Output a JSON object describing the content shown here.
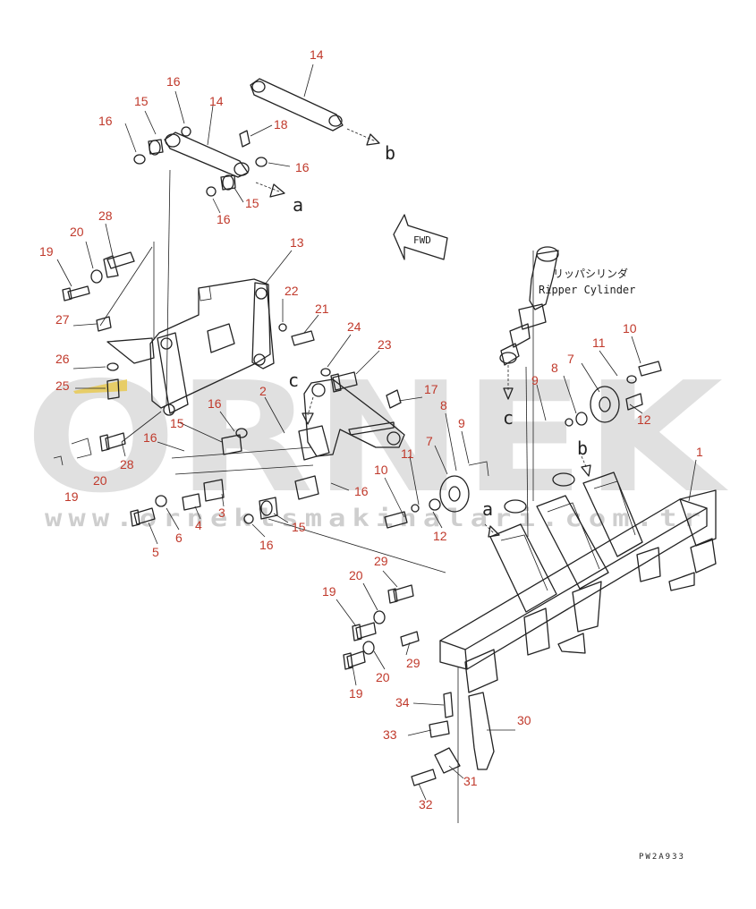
{
  "watermark": {
    "brand": "ORNEK",
    "url": "www.orneklsmakinalari.com.tr"
  },
  "labels": {
    "ripper_cylinder_jp": "リッパシリンダ",
    "ripper_cylinder_en": "Ripper Cylinder",
    "fwd": "FWD",
    "reference_code": "PW2A933"
  },
  "arrow_letters": [
    "a",
    "a",
    "b",
    "b",
    "c",
    "c"
  ],
  "callouts": [
    {
      "id": "c01",
      "text": "14"
    },
    {
      "id": "c02",
      "text": "16"
    },
    {
      "id": "c03",
      "text": "15"
    },
    {
      "id": "c04",
      "text": "14"
    },
    {
      "id": "c05",
      "text": "16"
    },
    {
      "id": "c06",
      "text": "18"
    },
    {
      "id": "c07",
      "text": "16"
    },
    {
      "id": "c08",
      "text": "15"
    },
    {
      "id": "c09",
      "text": "16"
    },
    {
      "id": "c10",
      "text": "28"
    },
    {
      "id": "c11",
      "text": "20"
    },
    {
      "id": "c12",
      "text": "19"
    },
    {
      "id": "c13",
      "text": "13"
    },
    {
      "id": "c14",
      "text": "22"
    },
    {
      "id": "c15",
      "text": "21"
    },
    {
      "id": "c16",
      "text": "27"
    },
    {
      "id": "c17",
      "text": "24"
    },
    {
      "id": "c18",
      "text": "23"
    },
    {
      "id": "c19",
      "text": "26"
    },
    {
      "id": "c20",
      "text": "25"
    },
    {
      "id": "c21",
      "text": "2"
    },
    {
      "id": "c22",
      "text": "17"
    },
    {
      "id": "c23",
      "text": "16"
    },
    {
      "id": "c24",
      "text": "15"
    },
    {
      "id": "c25",
      "text": "16"
    },
    {
      "id": "c26",
      "text": "28"
    },
    {
      "id": "c27",
      "text": "20"
    },
    {
      "id": "c28",
      "text": "19"
    },
    {
      "id": "c29",
      "text": "8"
    },
    {
      "id": "c30",
      "text": "7"
    },
    {
      "id": "c31",
      "text": "9"
    },
    {
      "id": "c32",
      "text": "11"
    },
    {
      "id": "c33",
      "text": "10"
    },
    {
      "id": "c34",
      "text": "12"
    },
    {
      "id": "c35",
      "text": "16"
    },
    {
      "id": "c36",
      "text": "3"
    },
    {
      "id": "c37",
      "text": "4"
    },
    {
      "id": "c38",
      "text": "6"
    },
    {
      "id": "c39",
      "text": "5"
    },
    {
      "id": "c40",
      "text": "15"
    },
    {
      "id": "c41",
      "text": "16"
    },
    {
      "id": "c42",
      "text": "10"
    },
    {
      "id": "c43",
      "text": "11"
    },
    {
      "id": "c44",
      "text": "7"
    },
    {
      "id": "c45",
      "text": "9"
    },
    {
      "id": "c46",
      "text": "8"
    },
    {
      "id": "c47",
      "text": "12"
    },
    {
      "id": "c48",
      "text": "1"
    },
    {
      "id": "c49",
      "text": "29"
    },
    {
      "id": "c50",
      "text": "20"
    },
    {
      "id": "c51",
      "text": "19"
    },
    {
      "id": "c52",
      "text": "29"
    },
    {
      "id": "c53",
      "text": "20"
    },
    {
      "id": "c54",
      "text": "19"
    },
    {
      "id": "c55",
      "text": "34"
    },
    {
      "id": "c56",
      "text": "33"
    },
    {
      "id": "c57",
      "text": "30"
    },
    {
      "id": "c58",
      "text": "31"
    },
    {
      "id": "c59",
      "text": "32"
    }
  ]
}
